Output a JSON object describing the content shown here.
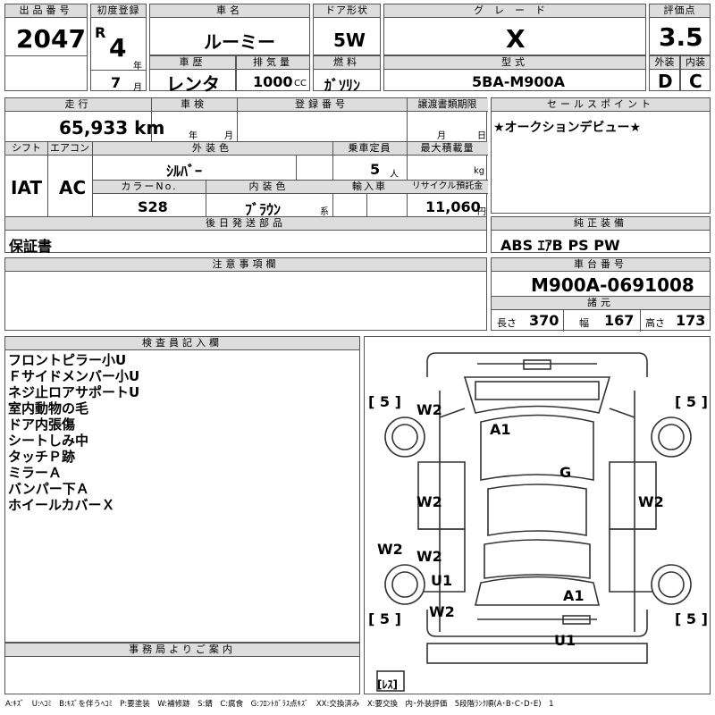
{
  "header": {
    "lot_no_label": "出品番号",
    "lot_no": "2047",
    "first_reg_label": "初度登録",
    "era": "R",
    "reg_year": "4",
    "year_unit": "年",
    "reg_month": "7",
    "month_unit": "月",
    "car_name_label": "車名",
    "car_name": "ルーミー",
    "door_label": "ドア形状",
    "door": "5W",
    "grade_label": "グレード",
    "grade": "X",
    "score_label": "評価点",
    "score": "3.5",
    "history_label": "車歴",
    "history": "レンタ",
    "displacement_label": "排気量",
    "displacement": "1000",
    "cc_unit": "CC",
    "fuel_label": "燃料",
    "fuel": "ｶﾞｿﾘﾝ",
    "model_label": "型式",
    "model": "5BA-M900A",
    "exterior_label": "外装",
    "exterior": "D",
    "interior_label": "内装",
    "interior": "C"
  },
  "row2": {
    "mileage_label": "走行",
    "mileage": "65,933 km",
    "inspection_label": "車検",
    "year_unit": "年",
    "month_unit": "月",
    "reg_no_label": "登録番号",
    "transfer_label": "譲渡書類期限",
    "transfer_month": "月",
    "transfer_day": "日",
    "shift_label": "シフト",
    "shift": "IAT",
    "ac_label": "エアコン",
    "ac": "AC",
    "color_label": "外装色",
    "color": "ｼﾙﾊﾞｰ",
    "capacity_label": "乗車定員",
    "capacity": "5",
    "capacity_unit": "人",
    "load_label": "最大積載量",
    "load_unit": "kg",
    "color_no_label": "カラーNo.",
    "color_no": "S28",
    "interior_color_label": "内装色",
    "interior_color": "ﾌﾞﾗｳﾝ",
    "interior_color_suffix": "系",
    "import_label": "輸入車",
    "recycle_label": "リサイクル預託金",
    "recycle": "11,060",
    "recycle_unit": "円",
    "later_parts_label": "後日発送部品",
    "later_parts": "保証書"
  },
  "selling_points": {
    "label": "セールスポイント",
    "text": "★オークションデビュー★"
  },
  "equipment": {
    "label": "純正装備",
    "text": "ABS ｴｱB PS PW"
  },
  "caution": {
    "label": "注意事項欄"
  },
  "chassis": {
    "label": "車台番号",
    "number": "M900A-0691008",
    "spec_label": "諸元",
    "length_label": "長さ",
    "length": "370",
    "width_label": "幅",
    "width": "167",
    "height_label": "高さ",
    "height": "173"
  },
  "inspector": {
    "label": "検査員記入欄",
    "remarks": [
      "フロントピラー小U",
      "Ｆサイドメンバー小U",
      "ネジ止ロアサポートU",
      "室内動物の毛",
      "ドア内張傷",
      "シートしみ中",
      "タッチＰ跡",
      "ミラーＡ",
      "バンパー下Ａ",
      "ホイールカバーＸ"
    ]
  },
  "office": {
    "label": "事務局よりご案内"
  },
  "diagram": {
    "tire_marks": [
      "[ 5 ]",
      "[ 5 ]",
      "[ 5 ]",
      "[ 5 ]"
    ],
    "spare_mark": "[ﾚｽ]",
    "damage": [
      "W2",
      "A1",
      "G",
      "W2",
      "W2",
      "W2",
      "W2",
      "U1",
      "A1",
      "W2",
      "U1"
    ]
  },
  "legend": "A:ｷｽﾞ　U:ﾍｺﾐ　B:ｷｽﾞを伴うﾍｺﾐ　P:要塗装　W:補修跡　S:錆　C:腐食　G:ﾌﾛﾝﾄｶﾞﾗｽ点ｷｽﾞ　XX:交換済み　X:要交換　内･外装評価　5段階ﾗﾝｸ順(A･B･C･D･E)　1"
}
